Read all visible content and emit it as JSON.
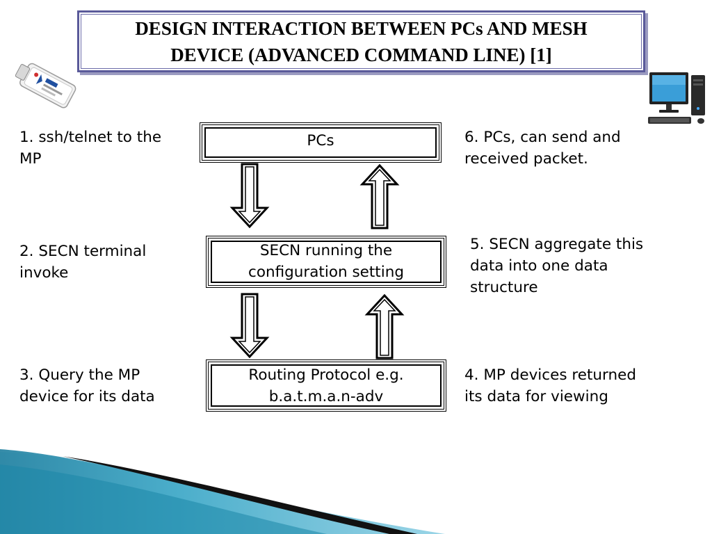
{
  "title": {
    "line1": "DESIGN INTERACTION BETWEEN PCs AND MESH",
    "line2": "DEVICE (ADVANCED COMMAND LINE) [1]"
  },
  "steps": {
    "step1": {
      "line1": "1. ssh/telnet to the",
      "line2": "MP"
    },
    "step2": {
      "line1": "2. SECN terminal",
      "line2": "invoke"
    },
    "step3": {
      "line1": "3. Query the MP",
      "line2": "device for its data"
    },
    "step4": {
      "line1": "4. MP devices returned",
      "line2": "its data for viewing"
    },
    "step5": {
      "line1": "5. SECN aggregate this",
      "line2": "data into one data",
      "line3": "structure"
    },
    "step6": {
      "line1": "6. PCs, can send and",
      "line2": "received packet."
    }
  },
  "boxes": {
    "pcs": {
      "line1": "PCs"
    },
    "secn": {
      "line1": "SECN running the",
      "line2": "configuration setting"
    },
    "routing": {
      "line1": "Routing Protocol e.g.",
      "line2": "b.a.t.m.a.n-adv"
    }
  },
  "icons": {
    "mesh_device": "usb-mesh-device-icon",
    "computer": "desktop-computer-icon"
  },
  "colors": {
    "title_border": "#5a5a9a",
    "decor_blue": "#2a8fb0",
    "decor_dark": "#111111"
  }
}
